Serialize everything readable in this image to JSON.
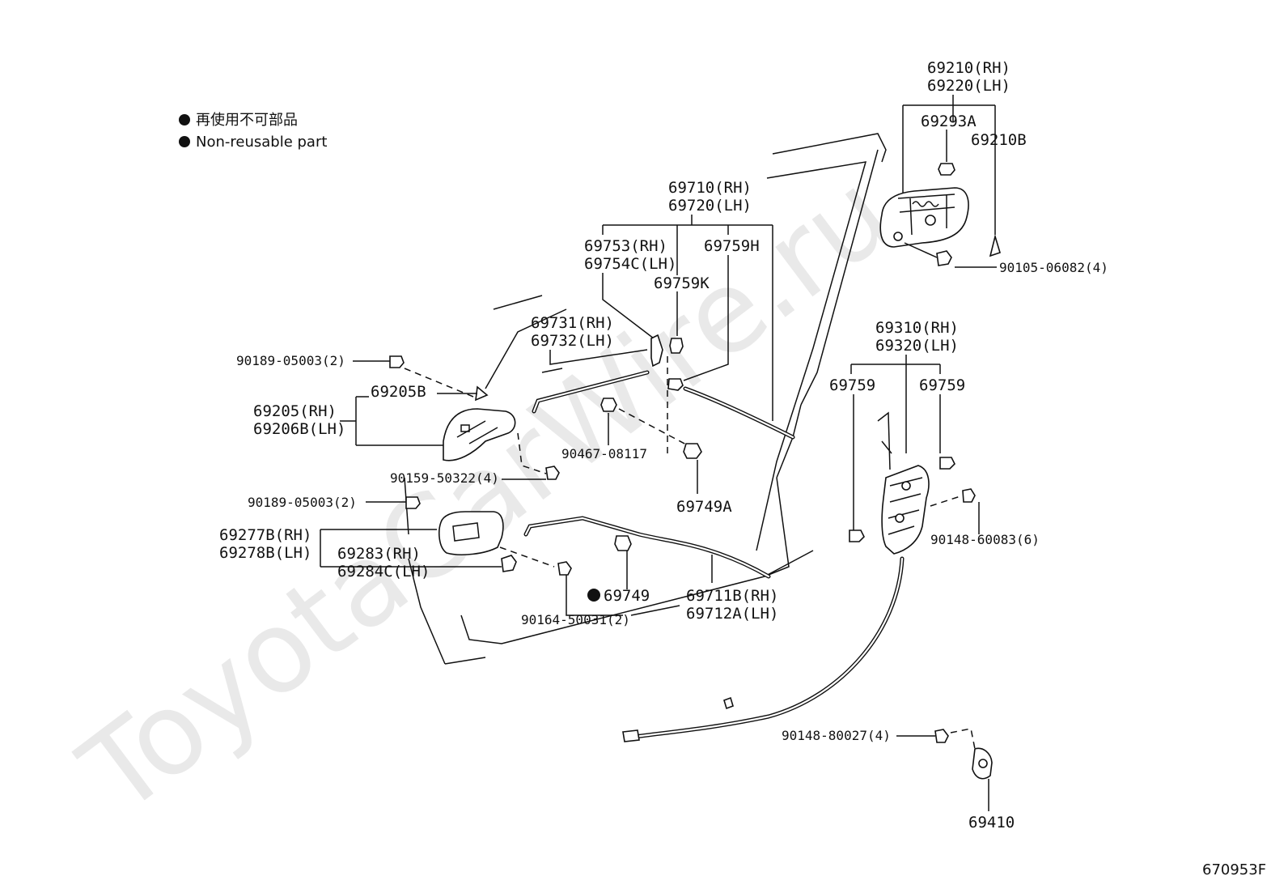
{
  "legend": {
    "japanese": "再使用不可部品",
    "english": "Non-reusable part"
  },
  "watermark": "ToyotaCarWire.ru",
  "diagram_code": "670953F",
  "labels": {
    "p69210_rh": "69210(RH)",
    "p69220_lh": "69220(LH)",
    "p69293a": "69293A",
    "p69210b": "69210B",
    "p90105": "90105-06082(4)",
    "p69710_rh": "69710(RH)",
    "p69720_lh": "69720(LH)",
    "p69753_rh": "69753(RH)",
    "p69754c_lh": "69754C(LH)",
    "p69759h": "69759H",
    "p69759k": "69759K",
    "p69731_rh": "69731(RH)",
    "p69732_lh": "69732(LH)",
    "p90189_a": "90189-05003(2)",
    "p69205b": "69205B",
    "p69205_rh": "69205(RH)",
    "p69206b_lh": "69206B(LH)",
    "p90467": "90467-08117",
    "p90159": "90159-50322(4)",
    "p69749a": "69749A",
    "p90189_b": "90189-05003(2)",
    "p69277b_rh": "69277B(RH)",
    "p69278b_lh": "69278B(LH)",
    "p69283_rh": "69283(RH)",
    "p69284c_lh": "69284C(LH)",
    "p69749": "69749",
    "p69711b_rh": "69711B(RH)",
    "p69712a_lh": "69712A(LH)",
    "p90164": "90164-50031(2)",
    "p69310_rh": "69310(RH)",
    "p69320_lh": "69320(LH)",
    "p69759_l": "69759",
    "p69759_r": "69759",
    "p90148_60083": "90148-60083(6)",
    "p90148_80027": "90148-80027(4)",
    "p69410": "69410"
  }
}
